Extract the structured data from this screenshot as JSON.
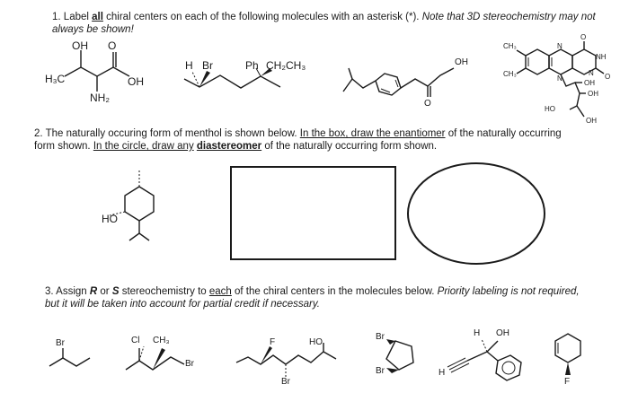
{
  "q1": {
    "number": "1.",
    "pre": "Label",
    "all": "all",
    "mid": "chiral centers on each of the following molecules with an asterisk (*).",
    "note": "Note that 3D stereochemistry may not always be shown!",
    "labels": {
      "oh": "OH",
      "o": "O",
      "h3c": "H₃C",
      "oh2": "OH",
      "nh2": "NH₂",
      "h": "H",
      "br": "Br",
      "ph": "Ph",
      "ch2ch3": "CH₂CH₃",
      "oh_ring": "OH",
      "o_ring": "O",
      "ch3a": "CH₃",
      "ch3b": "CH₃",
      "n1": "N",
      "n2": "N",
      "nh": "NH",
      "n3": "N",
      "o_top": "O",
      "o_right": "O",
      "oh_a": "OH",
      "oh_b": "OH",
      "oh_c": "OH",
      "ho": "HO"
    }
  },
  "q2": {
    "number": "2.",
    "pre": "The naturally occuring form of menthol is shown below.",
    "box": "In the box, draw the enantiomer",
    "mid": "of the naturally occurring form shown.",
    "circle": "In the circle, draw any",
    "dia": "diastereomer",
    "end": "of the naturally occurring form shown.",
    "ho": "HO"
  },
  "q3": {
    "number": "3.",
    "pre": "Assign",
    "r": "R",
    "or": "or",
    "s": "S",
    "mid": "stereochemistry to",
    "each": "each",
    "rest": "of the chiral centers in the molecules below.",
    "note": "Priority labeling is not required, but it will be taken into account for partial credit if necessary.",
    "labels": {
      "br1": "Br",
      "cl": "Cl",
      "ch3": "CH₃",
      "br2": "Br",
      "f": "F",
      "br3": "Br",
      "ho": "HO",
      "br4": "Br",
      "br5": "Br",
      "h1": "H",
      "oh": "OH",
      "h2": "H",
      "f2": "F"
    }
  }
}
